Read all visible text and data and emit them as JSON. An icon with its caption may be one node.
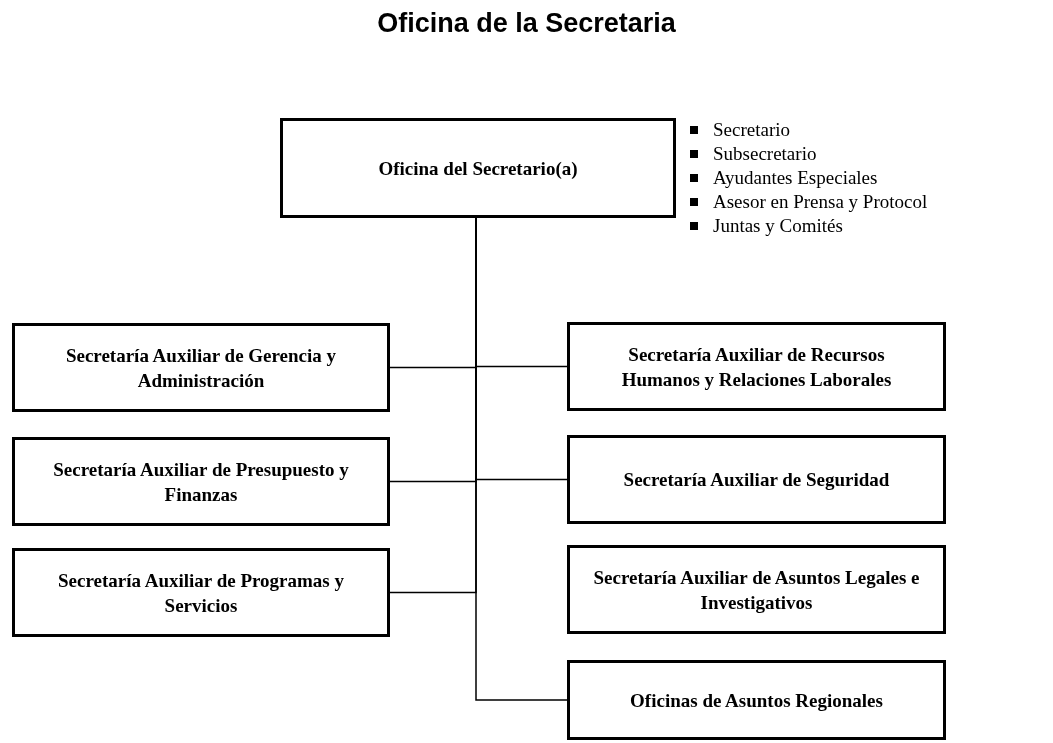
{
  "diagram": {
    "title": "Oficina de la Secretaria",
    "nodes": [
      {
        "text": [
          "Oficina del Secretario(a)"
        ],
        "beside": [
          "Secretario",
          "Subsecretario",
          "Ayudantes Especiales",
          "Asesor en Prensa y Protocol",
          "Juntas y Comités"
        ]
      },
      {
        "text": [
          "Secretaría Auxiliar de Gerencia y Administración"
        ]
      },
      {
        "text": [
          "Secretaría Auxiliar de Recursos Humanos y Relaciones Laborales"
        ]
      },
      {
        "text": [
          "Secretaría Auxiliar de Presupuesto y Finanzas"
        ]
      },
      {
        "text": [
          "Secretaría Auxiliar de Seguridad"
        ]
      },
      {
        "text": [
          "Secretaría Auxiliar de Programas y Servicios"
        ]
      },
      {
        "text": [
          "Secretaría Auxiliar de Asuntos Legales e Investigativos"
        ]
      },
      {
        "text": [
          "Oficinas de Asuntos Regionales"
        ]
      }
    ],
    "edges": [
      {
        "from": 0,
        "to": 1,
        "arrow": "none"
      },
      {
        "from": 0,
        "to": 2,
        "arrow": "none"
      },
      {
        "from": 0,
        "to": 3,
        "arrow": "none"
      },
      {
        "from": 0,
        "to": 4,
        "arrow": "none"
      },
      {
        "from": 0,
        "to": 5,
        "arrow": "none"
      },
      {
        "from": 0,
        "to": 7,
        "arrow": "none"
      }
    ]
  }
}
